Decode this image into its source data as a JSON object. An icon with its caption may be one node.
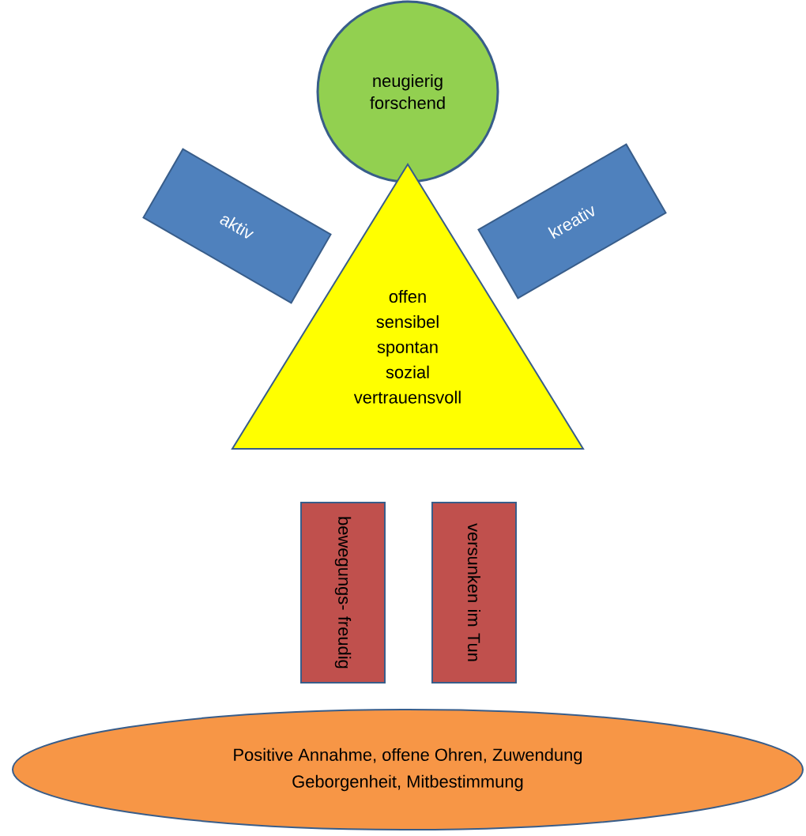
{
  "diagram": {
    "nodes": [
      {
        "text": [
          "neugierig",
          "forschend"
        ]
      },
      {
        "text": [
          "aktiv"
        ]
      },
      {
        "text": [
          "kreativ"
        ]
      },
      {
        "text": [
          "offen",
          "sensibel",
          "spontan",
          "sozial",
          "vertrauensvoll"
        ]
      },
      {
        "text": [
          "bewegungs- freudig"
        ]
      },
      {
        "text": [
          "versunken im Tun"
        ]
      },
      {
        "text": [
          "Positive Annahme, offene Ohren, Zuwendung",
          "Geborgenheit, Mitbestimmung"
        ]
      }
    ]
  }
}
